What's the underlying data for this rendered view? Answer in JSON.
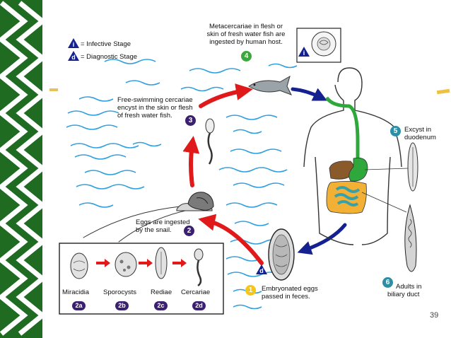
{
  "legend": {
    "infective_symbol": "i",
    "infective_label": "= Infective Stage",
    "diagnostic_symbol": "d",
    "diagnostic_label": "= Diagnostic Stage"
  },
  "steps": {
    "s1": {
      "num": "1",
      "text_line1": "Embryonated eggs",
      "text_line2": "passed in feces."
    },
    "s2": {
      "num": "2",
      "text_line1": "Eggs are ingested",
      "text_line2": "by the snail."
    },
    "s3": {
      "num": "3",
      "text_line1": "Free-swimming cercariae",
      "text_line2": "encyst in the skin or flesh",
      "text_line3": "of fresh water fish."
    },
    "s4": {
      "num": "4",
      "text_line1": "Metacercariae in flesh or",
      "text_line2": "skin of fresh water fish are",
      "text_line3": "ingested by human host."
    },
    "s5": {
      "num": "5",
      "text_line1": "Excyst in",
      "text_line2": "duodenum"
    },
    "s6": {
      "num": "6",
      "text_line1": "Adults in",
      "text_line2": "biliary duct"
    }
  },
  "inset": {
    "stages": [
      {
        "label": "Miracidia",
        "code": "2a"
      },
      {
        "label": "Sporocysts",
        "code": "2b"
      },
      {
        "label": "Rediae",
        "code": "2c"
      },
      {
        "label": "Cercariae",
        "code": "2d"
      }
    ]
  },
  "markers": {
    "infective": "i",
    "diagnostic": "d"
  },
  "page_number": "39",
  "colors": {
    "border_green": "#1f6b22",
    "border_white": "#ffffff",
    "water_blue": "#2f9fe0",
    "cycle_red": "#e01a1a",
    "cycle_navy": "#14218f",
    "badge_yellow": "#f5c518",
    "badge_purple": "#3b1f70",
    "badge_teal": "#2d8fa6",
    "gut_green": "#2ea83a",
    "liver_brown": "#8a5a2a",
    "intestine_orange": "#f2b035",
    "intestine_teal": "#3aa0a8"
  }
}
